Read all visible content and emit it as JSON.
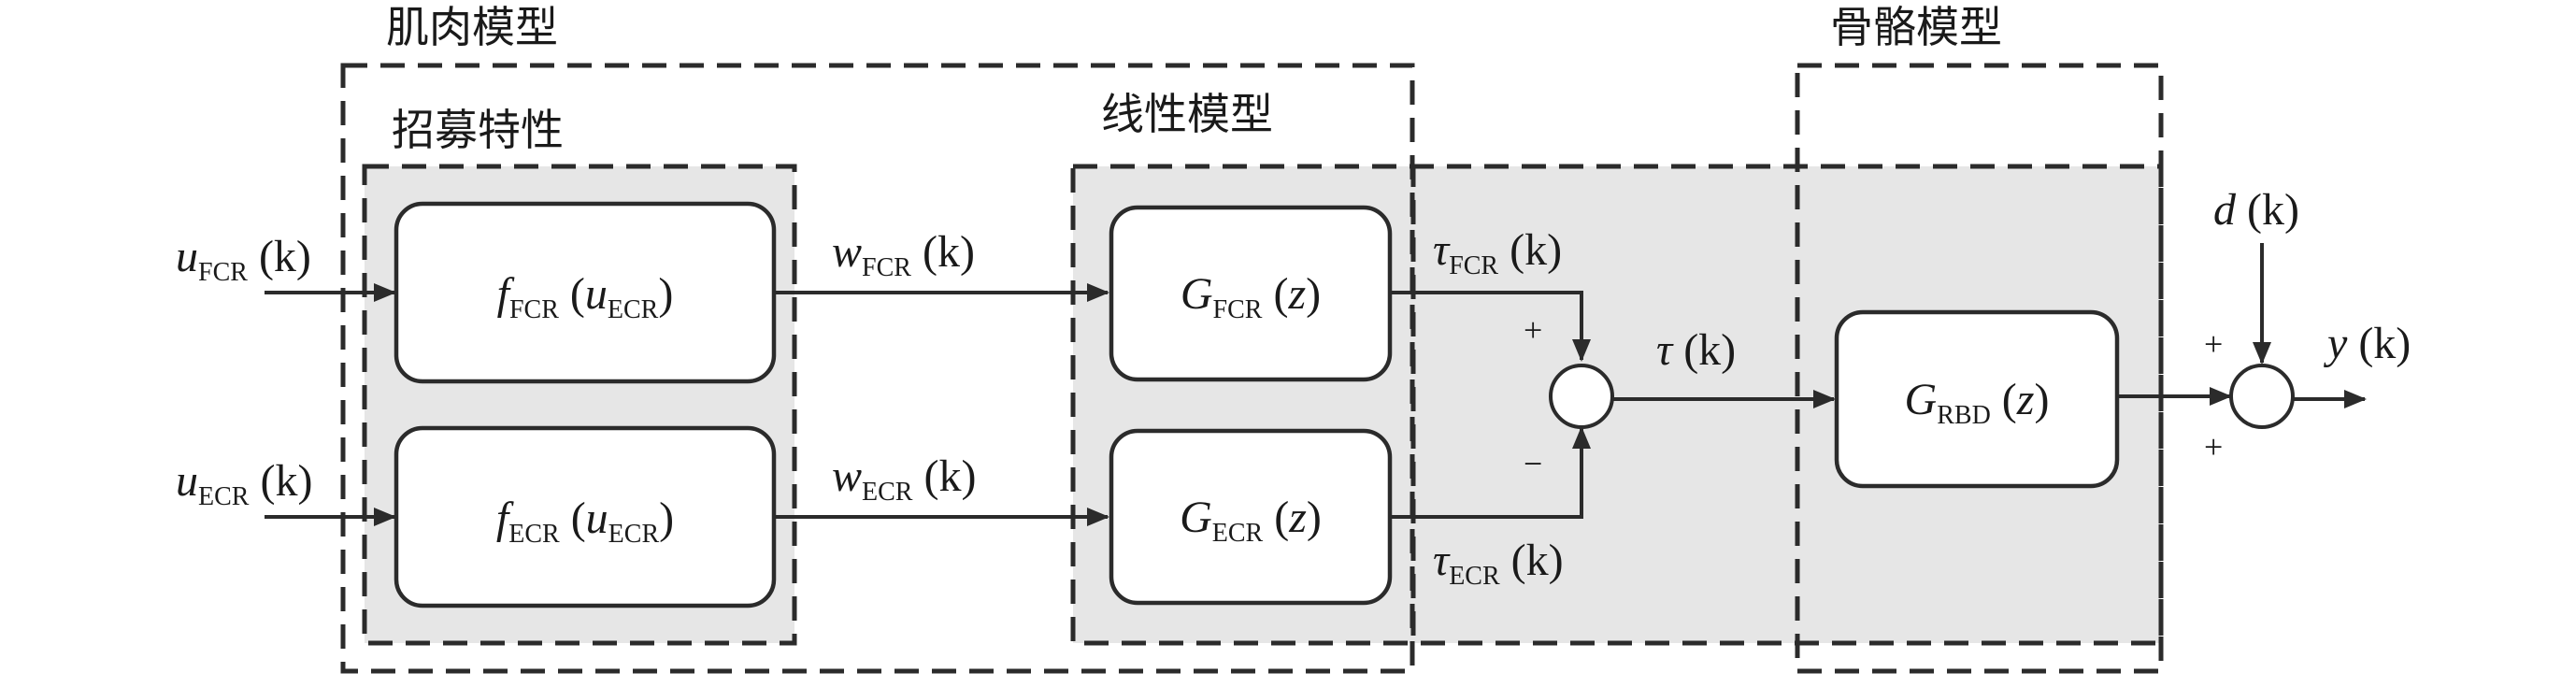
{
  "groups": {
    "muscle_model": "肌肉模型",
    "recruitment": "招募特性",
    "linear_model": "线性模型",
    "skeleton_model": "骨骼模型"
  },
  "signals": {
    "u_fcr": {
      "main": "u",
      "sub": "FCR",
      "arg": " (k)"
    },
    "u_ecr": {
      "main": "u",
      "sub": "ECR",
      "arg": " (k)"
    },
    "w_fcr": {
      "main": "w",
      "sub": "FCR",
      "arg": " (k)"
    },
    "w_ecr": {
      "main": "w",
      "sub": "ECR",
      "arg": " (k)"
    },
    "tau_fcr": {
      "main": "τ",
      "sub": "FCR",
      "arg": " (k)"
    },
    "tau_ecr": {
      "main": "τ",
      "sub": "ECR",
      "arg": " (k)"
    },
    "tau": {
      "main": "τ",
      "arg": " (k)"
    },
    "d": {
      "main": "d",
      "arg": " (k)"
    },
    "y": {
      "main": "y",
      "arg": " (k)"
    }
  },
  "blocks": {
    "f_fcr": {
      "main": "f",
      "sub": "FCR",
      "open": " (",
      "var": "u",
      "var_sub": "ECR",
      "close": ")"
    },
    "f_ecr": {
      "main": "f",
      "sub": "ECR",
      "open": " (",
      "var": "u",
      "var_sub": "ECR",
      "close": ")"
    },
    "g_fcr": {
      "main": "G",
      "sub": "FCR",
      "open": " (",
      "var": "z",
      "close": ")"
    },
    "g_ecr": {
      "main": "G",
      "sub": "ECR",
      "open": " (",
      "var": "z",
      "close": ")"
    },
    "g_rbd": {
      "main": "G",
      "sub": "RBD",
      "open": " (",
      "var": "z",
      "close": ")"
    }
  },
  "signs": {
    "sum1_top": "+",
    "sum1_bottom": "−",
    "sum2_top": "+",
    "sum2_bottom": "+"
  }
}
